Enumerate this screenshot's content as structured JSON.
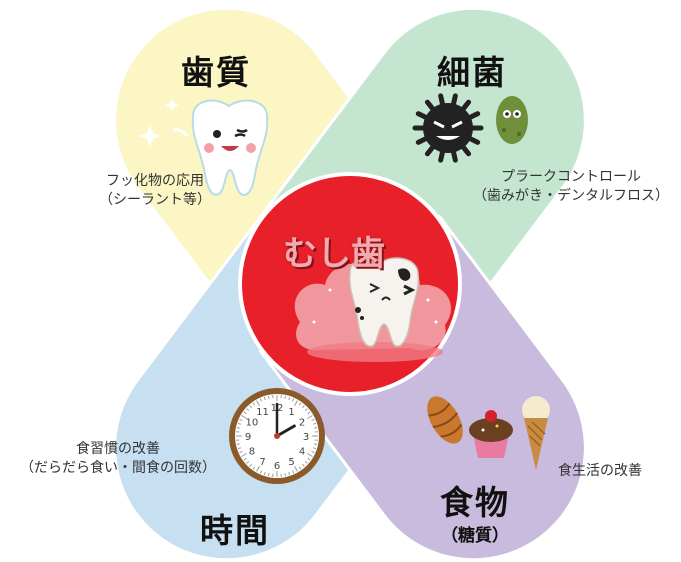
{
  "colors": {
    "enamel": "#fbf6c4",
    "bacteria": "#c4e5d0",
    "time": "#c6dff1",
    "food": "#c9bbdd",
    "center": "#e8202a",
    "outline": "#ffffff"
  },
  "center": {
    "title": "むし歯"
  },
  "factors": {
    "enamel": {
      "title": "歯質",
      "note": [
        "フッ化物の応用",
        "（シーラント等）"
      ]
    },
    "bacteria": {
      "title": "細菌",
      "note": [
        "プラークコントロール",
        "（歯みがき・デンタルフロス）"
      ]
    },
    "time": {
      "title": "時間",
      "note": [
        "食習慣の改善",
        "（だらだら食い・間食の回数）"
      ]
    },
    "food": {
      "title": "食物",
      "subtitle": "（糖質）",
      "note": [
        "食生活の改善"
      ]
    }
  },
  "clock": {
    "numbers": [
      "12",
      "1",
      "2",
      "3",
      "4",
      "5",
      "6",
      "7",
      "8",
      "9",
      "10",
      "11"
    ],
    "hour": 2,
    "minute": 0
  },
  "icons": [
    "happy-tooth-icon",
    "germ-icon",
    "decayed-tooth-icon",
    "clock-icon",
    "croissant-icon",
    "cupcake-icon",
    "ice-cream-icon"
  ]
}
